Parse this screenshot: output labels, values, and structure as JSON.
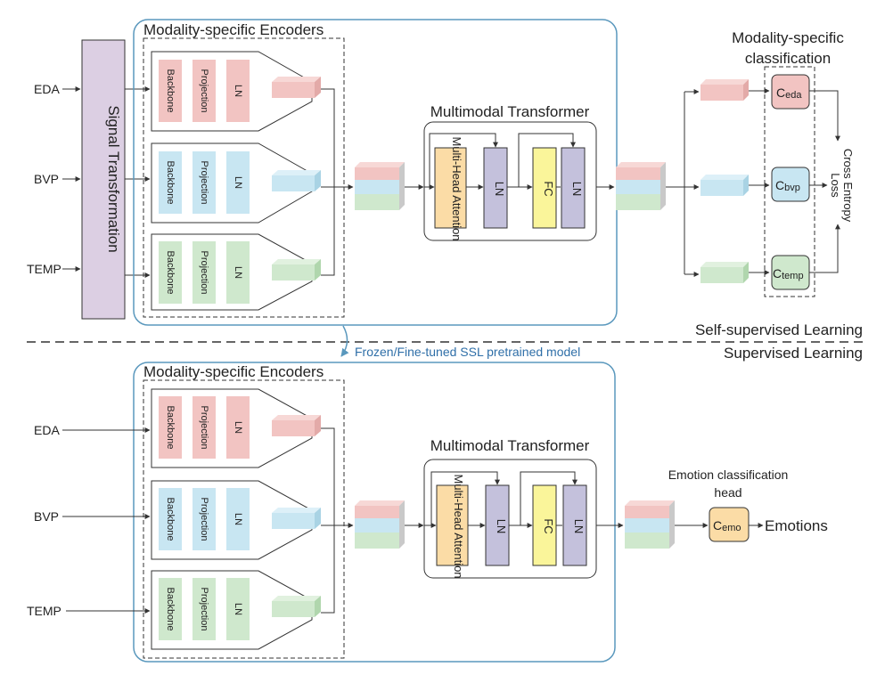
{
  "modalities": [
    "EDA",
    "BVP",
    "TEMP"
  ],
  "signal_transformation": "Signal Transformation",
  "encoders_title": "Modality-specific Encoders",
  "encoder_blocks": {
    "backbone": "Backbone",
    "projection": "Projection",
    "ln": "LN"
  },
  "transformer": {
    "title": "Multimodal Transformer",
    "mha": "Multi-Head Attention",
    "ln": "LN",
    "fc": "FC"
  },
  "classification_title_line1": "Modality-specific",
  "classification_title_line2": "classification",
  "classifiers": [
    {
      "main": "C",
      "sub": "eda"
    },
    {
      "main": "C",
      "sub": "bvp"
    },
    {
      "main": "C",
      "sub": "temp"
    }
  ],
  "loss_label_line1": "Cross Entropy",
  "loss_label_line2": "Loss",
  "ssl_label": "Self-supervised Learning",
  "sl_label": "Supervised Learning",
  "transfer_label": "Frozen/Fine-tuned SSL pretrained model",
  "emotion_head_line1": "Emotion classification",
  "emotion_head_line2": "head",
  "emotion_classifier": {
    "main": "C",
    "sub": "emo"
  },
  "output_label": "Emotions",
  "colors": {
    "eda_fill": "#f2c4c2",
    "bvp_fill": "#c8e6f2",
    "temp_fill": "#cfe8cd",
    "signal_fill": "#dccfe3",
    "ln_purple": "#c4c1dc",
    "mha_orange": "#fbdca6",
    "fc_yellow": "#faf59a",
    "frame_blue": "#5a98bd"
  }
}
